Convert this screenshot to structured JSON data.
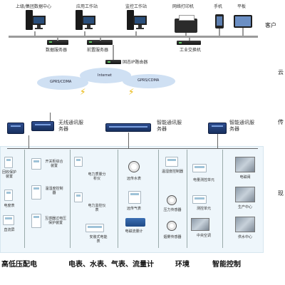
{
  "layers": {
    "client": "客户",
    "cloud": "云",
    "transmission": "传",
    "field": "现"
  },
  "top": {
    "pc1": "上级/集团数据中心",
    "pc2": "应用工作站",
    "pc3": "监控工作站",
    "printer": "网络打印机",
    "phone": "手机",
    "tablet": "平板",
    "server1": "数据服务器",
    "server2": "前置服务器",
    "switch": "工业交换机",
    "router": "固态IP路由器"
  },
  "network": {
    "cloud_left": "GPRS/CDMA",
    "cloud_center": "Internet",
    "cloud_right": "GPRS/CDMA"
  },
  "gateways": {
    "wireless": "无线通讯服务器",
    "smart1": "智能通讯服务器",
    "smart2": "智能通讯服务器"
  },
  "devices": {
    "col1": [
      "回收保护装置",
      "电度表",
      "直流屏"
    ],
    "col2": [
      "开关柜综合装置",
      "温湿度控制器",
      "互感器过电压保护装置"
    ],
    "col3": [
      "电力质量分析仪",
      "电力监控仪表",
      "安装式电能表"
    ],
    "col4": [
      "远传水表",
      "远传气表",
      "电磁流量计"
    ],
    "col5": [
      "温湿度控制器",
      "压力传感器",
      "烟雾传感器"
    ],
    "col6": [
      "电量测控单元",
      "测控单元",
      "中央空调"
    ],
    "col7": [
      "电磁阀",
      "生产中心",
      "供水中心"
    ]
  },
  "categories": {
    "power": "高低压配电",
    "meters": "电表、水表、气表、流量计",
    "env": "环境",
    "smart": "智能控制"
  }
}
